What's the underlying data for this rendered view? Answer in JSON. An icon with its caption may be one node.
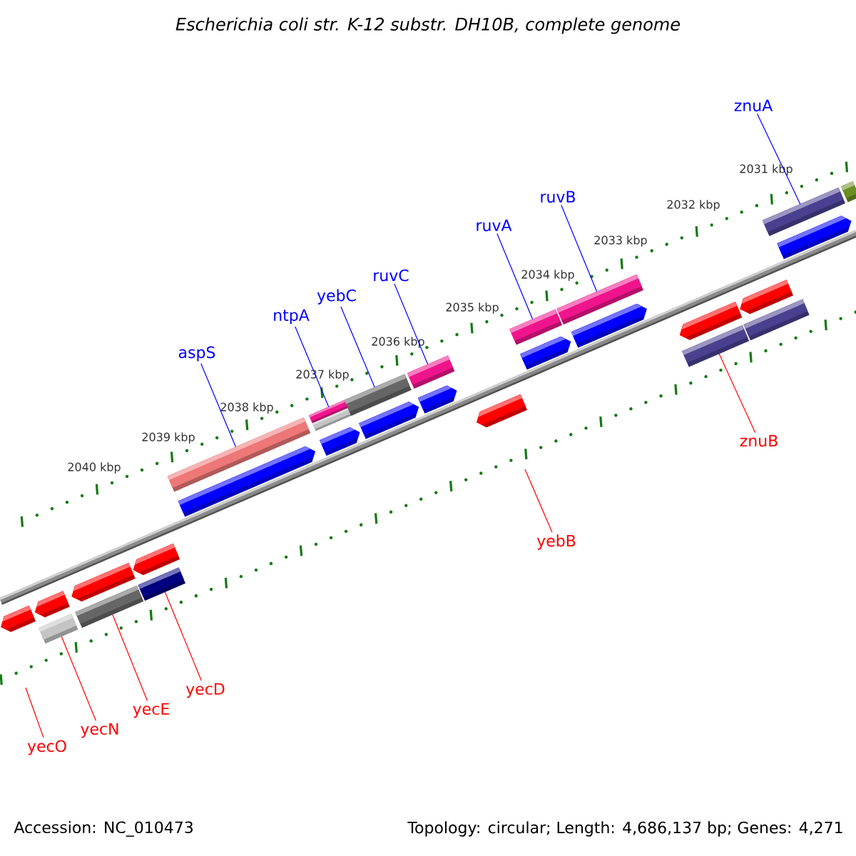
{
  "diagram": {
    "title": "Escherichia coli str. K-12 substr. DH10B, complete genome",
    "nodes": [
      {
        "text": [
          "znuA"
        ]
      },
      {
        "text": [
          "ruvB"
        ]
      },
      {
        "text": [
          "ruvA"
        ]
      },
      {
        "text": [
          "ruvC"
        ]
      },
      {
        "text": [
          "yebC"
        ]
      },
      {
        "text": [
          "ntpA"
        ]
      },
      {
        "text": [
          "aspS"
        ]
      },
      {
        "text": [
          "znuB"
        ]
      },
      {
        "text": [
          "yebB"
        ]
      },
      {
        "text": [
          "yecD"
        ]
      },
      {
        "text": [
          "yecE"
        ]
      },
      {
        "text": [
          "yecN"
        ]
      },
      {
        "text": [
          "yecO"
        ]
      },
      {
        "text": [],
        "shape": "bar"
      },
      {
        "text": [],
        "shape": "bar"
      },
      {
        "text": [],
        "shape": "bar"
      },
      {
        "text": [],
        "shape": "bar"
      },
      {
        "text": [],
        "shape": "bar"
      },
      {
        "text": [],
        "shape": "bar"
      },
      {
        "text": [],
        "shape": "bar"
      },
      {
        "text": [],
        "shape": "bar"
      },
      {
        "text": [],
        "shape": "bar"
      },
      {
        "text": [],
        "shape": "bar"
      },
      {
        "text": [],
        "shape": "bar"
      }
    ],
    "edges": [
      {
        "from": 0,
        "to": 23,
        "arrow": "none"
      },
      {
        "from": 1,
        "to": 21,
        "arrow": "none"
      },
      {
        "from": 2,
        "to": 20,
        "arrow": "none"
      },
      {
        "from": 3,
        "to": 19,
        "arrow": "none"
      },
      {
        "from": 4,
        "to": 18,
        "arrow": "none"
      },
      {
        "from": 5,
        "to": 17,
        "arrow": "none"
      },
      {
        "from": 6,
        "to": 16,
        "arrow": "none"
      },
      {
        "from": 7,
        "to": 22,
        "arrow": "none",
        "color": "#ff0000"
      },
      {
        "from": 8,
        "to": null,
        "arrow": "none",
        "color": "#ff0000"
      },
      {
        "from": 9,
        "to": 15,
        "arrow": "none",
        "color": "#ff0000"
      },
      {
        "from": 10,
        "to": 14,
        "arrow": "none",
        "color": "#ff0000"
      },
      {
        "from": 11,
        "to": 13,
        "arrow": "none",
        "color": "#ff0000"
      },
      {
        "from": 12,
        "to": null,
        "arrow": "none",
        "color": "#ff0000"
      }
    ],
    "labels": [
      "2031 kbp",
      "2032 kbp",
      "2033 kbp",
      "2034 kbp",
      "2035 kbp",
      "2036 kbp",
      "2037 kbp",
      "2038 kbp",
      "2039 kbp",
      "2040 kbp",
      "Accession: NC_010473",
      "Topology: circular; Length: 4,686,137 bp; Genes: 4,271"
    ]
  }
}
